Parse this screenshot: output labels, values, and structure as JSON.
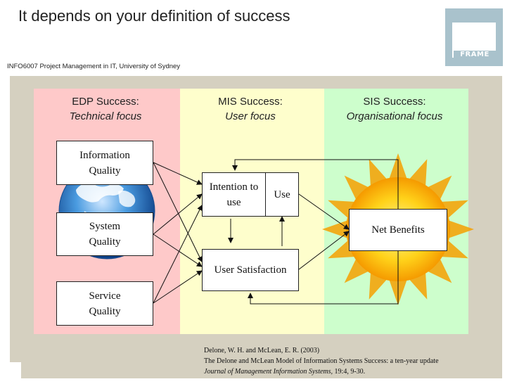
{
  "slide": {
    "title": "It depends on your definition of success",
    "subtitle": "INFO6007 Project Management in IT, University of Sydney",
    "logo_text": "FRAME"
  },
  "columns": [
    {
      "heading": "EDP Success:",
      "focus": "Technical focus",
      "color": "#fec9c9"
    },
    {
      "heading": "MIS Success:",
      "focus": "User focus",
      "color": "#fefecc"
    },
    {
      "heading": "SIS Success:",
      "focus": "Organisational focus",
      "color": "#cdfecc"
    }
  ],
  "boxes": {
    "information_quality": "Information Quality",
    "system_quality": "System Quality",
    "service_quality": "Service Quality",
    "intention_to_use": "Intention to use",
    "use": "Use",
    "user_satisfaction": "User Satisfaction",
    "net_benefits": "Net Benefits"
  },
  "reference": {
    "authors": "Delone, W. H. and McLean, E. R. (2003)",
    "title": "The Delone and McLean Model of Information Systems Success: a ten-year update",
    "journal": "Journal of Management Information Systems,",
    "pages": "19:4, 9-30."
  },
  "colors": {
    "frame": "#d5d0c0",
    "logo": "#a9c2cc",
    "globe": "#2e7fc9",
    "sun": "#f5a000"
  }
}
